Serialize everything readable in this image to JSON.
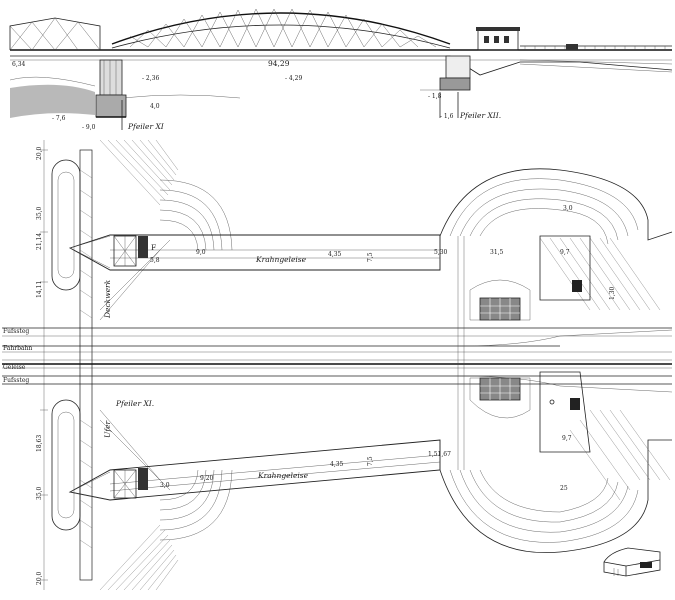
{
  "elevation": {
    "levels": {
      "left_water": "6,34",
      "span_mid": "94,29",
      "under_left": "- 2,36",
      "under_right": "- 4,29",
      "pier_depth_a": "4,0",
      "pier_depth_b": "- 9,0",
      "pier_left_mark": "- 7,6",
      "right_depth_a": "- 1,8",
      "right_depth_b": "- 1,6"
    },
    "pier_xi": "Pfeiler XI",
    "pier_xii": "Pfeiler XII."
  },
  "plan": {
    "side_dims": {
      "top_a": "20,0",
      "top_b": "35,0",
      "top_c": "21,14",
      "top_d": "14,11",
      "bottom_a": "18,63",
      "bottom_b": "35,0",
      "bottom_c": "20,0"
    },
    "upper_ramp": {
      "crane_track": "Krahngeleise",
      "v1": "5,8",
      "v2": "9,0",
      "v3": "4,35",
      "v4": "7,5",
      "v5": "5,30",
      "v6": "31,5",
      "v7": "9,7",
      "v8": "3,0",
      "v9": "1,30",
      "marker": "F"
    },
    "lower_ramp": {
      "crane_track": "Krahngeleise",
      "v1": "3,0",
      "v2": "9,20",
      "v3": "4,35",
      "v4": "7,5",
      "v5": "1,51,67",
      "v6": "9,7",
      "v7": "25"
    },
    "labels": {
      "deckwerk": "Deckwerk",
      "ufer": "Ufer",
      "pfeiler_xi": "Pfeiler XI."
    },
    "lanes": [
      "Fufssteg",
      "Fahrbahn",
      "Geleise",
      "Fufssteg"
    ]
  }
}
